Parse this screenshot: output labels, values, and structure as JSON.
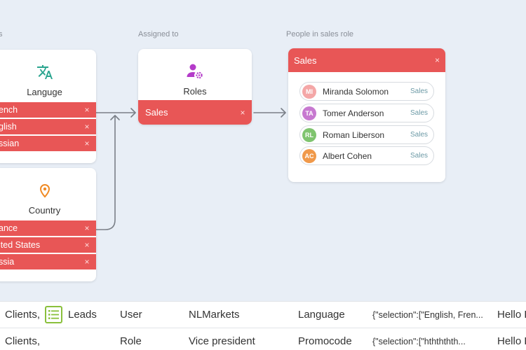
{
  "column_labels": {
    "assigned_to": "Assigned to",
    "people_in_role": "People in sales role",
    "left_partial": "s"
  },
  "language_card": {
    "title": "Languge",
    "icon": "translate-icon",
    "chips": [
      "ench",
      "glish",
      "ssian"
    ]
  },
  "country_card": {
    "title": "Country",
    "icon": "location-pin-icon",
    "chips": [
      "ance",
      "ited States",
      "ssia"
    ]
  },
  "roles_card": {
    "title": "Roles",
    "icon": "user-gear-icon",
    "chip": "Sales"
  },
  "people_card": {
    "header": "Sales",
    "people": [
      {
        "initials": "MI",
        "name": "Miranda Solomon",
        "role": "Sales",
        "color": "#f4a7a7"
      },
      {
        "initials": "TA",
        "name": "Tomer Anderson",
        "role": "Sales",
        "color": "#c779d0"
      },
      {
        "initials": "RL",
        "name": "Roman Liberson",
        "role": "Sales",
        "color": "#7fc46f"
      },
      {
        "initials": "AC",
        "name": "Albert Cohen",
        "role": "Sales",
        "color": "#f0994a"
      }
    ]
  },
  "close_glyph": "×",
  "colors": {
    "chip": "#e85656",
    "language_icon": "#2aa58f",
    "country_icon": "#f08a24",
    "roles_icon": "#b43bc9",
    "leads_icon": "#8ac03c"
  },
  "table": {
    "rows": [
      {
        "clients": "Clients,",
        "leads": "Leads",
        "type": "User",
        "name": "NLMarkets",
        "field": "Language",
        "value": "{\"selection\":[\"English, Fren...",
        "message": "Hello P"
      },
      {
        "clients": "Clients,",
        "leads": "",
        "type": "Role",
        "name": "Vice president",
        "field": "Promocode",
        "value": "{\"selection\":[\"hthththth...",
        "message": "Hello P"
      }
    ]
  }
}
